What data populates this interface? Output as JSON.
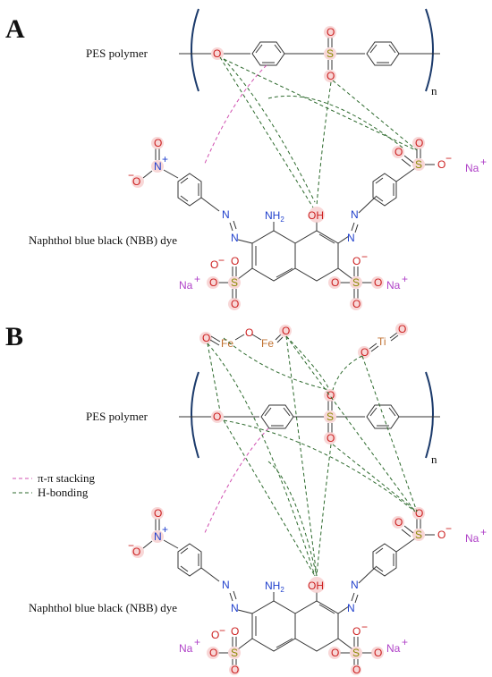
{
  "panels": [
    "A",
    "B"
  ],
  "labels": {
    "polymer": "PES polymer",
    "dye": "Naphthol blue black (NBB) dye",
    "repeat": "n"
  },
  "legend": [
    {
      "label": "π-π stacking",
      "color": "#d050b0"
    },
    {
      "label": "H-bonding",
      "color": "#2d6a2d"
    }
  ],
  "atoms": {
    "O": "O",
    "S": "S",
    "N": "N",
    "NH2": "NH",
    "NH2_sub": "2",
    "OH": "OH",
    "Na": "Na",
    "plus": "+",
    "minus": "−",
    "Fe": "Fe",
    "Ti": "Ti"
  },
  "colors": {
    "oxygen": "#cc1f1f",
    "sulfur": "#8a8a00",
    "nitrogen": "#1f3fcc",
    "sodium": "#b043c8",
    "metal": "#c07030",
    "h_bond": "#2d6a2d",
    "pi_stack": "#d050b0"
  }
}
